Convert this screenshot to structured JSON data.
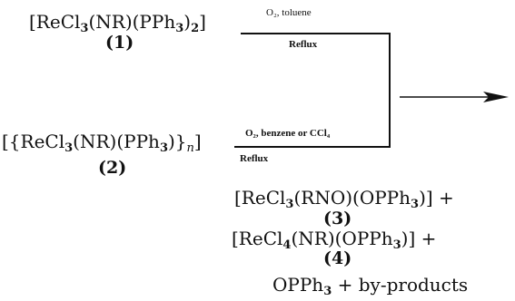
{
  "reactant1": {
    "formula_a": "[ReCl",
    "sub_a": "3",
    "formula_b": "(NR)(PPh",
    "sub_b": "3",
    "formula_c": ")",
    "sub_c": "2",
    "formula_d": "]",
    "label": "(1)"
  },
  "reactant2": {
    "formula_a": "[{ReCl",
    "sub_a": "3",
    "formula_b": "(NR)(PPh",
    "sub_b": "3",
    "formula_c": ")}",
    "sub_c": "n",
    "formula_d": "]",
    "label": "(2)"
  },
  "conditions1": {
    "above": "O₂, toluene",
    "below": "Reflux"
  },
  "conditions2": {
    "above": "O₂, benzene or CCl₄",
    "below": "Reflux"
  },
  "products": {
    "p3_a": "[ReCl",
    "p3_sub_a": "3",
    "p3_b": "(RNO)(OPPh",
    "p3_sub_b": "3",
    "p3_c": ")] +",
    "p3_label": "(3)",
    "p4_a": "[ReCl",
    "p4_sub_a": "4",
    "p4_b": "(NR)(OPPh",
    "p4_sub_b": "3",
    "p4_c": ")] +",
    "p4_label": "(4)",
    "p5_a": "OPPh",
    "p5_sub_a": "3",
    "p5_b": " + by-products"
  }
}
